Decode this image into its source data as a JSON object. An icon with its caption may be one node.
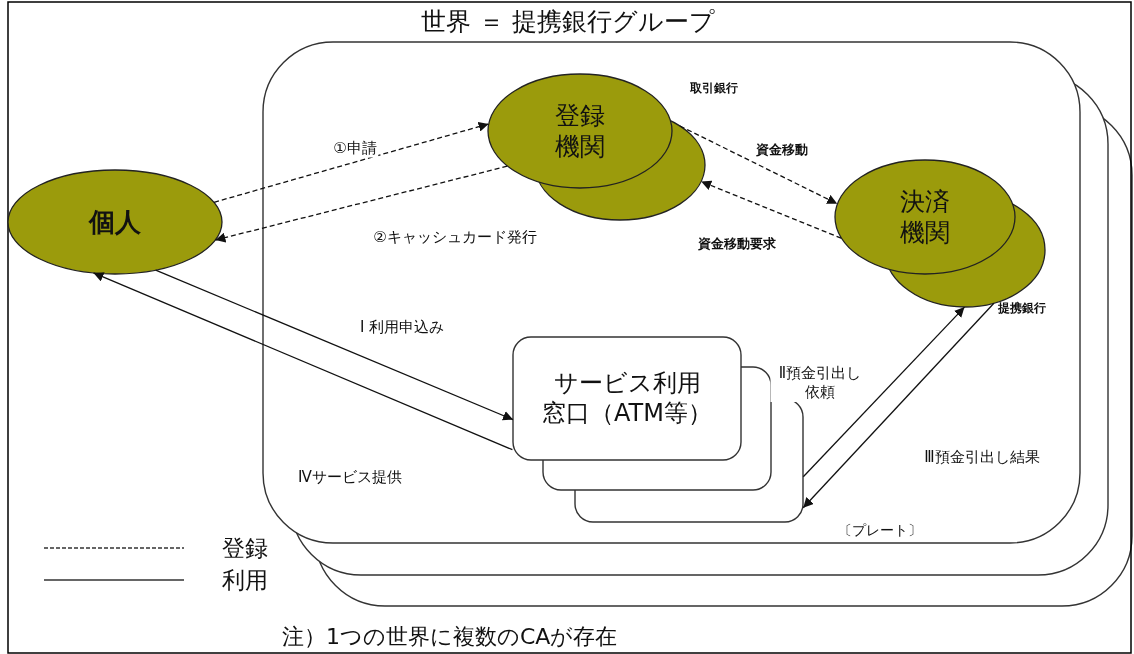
{
  "diagram": {
    "title": "世界 ＝ 提携銀行グループ",
    "caption": "注）1つの世界に複数のCAが存在",
    "nodes": [
      {
        "text": [
          "〔プレート〕"
        ]
      },
      {
        "text": [
          "個人"
        ]
      },
      {
        "text": [
          "登録機関"
        ],
        "in": 0,
        "beside": [
          "取引銀行"
        ]
      },
      {
        "text": [
          "決済機関"
        ],
        "in": 0,
        "beside": [
          "提携銀行"
        ]
      },
      {
        "text": [
          "サービス利用窓口（ATM等）"
        ],
        "in": 0
      }
    ],
    "edges": [
      {
        "from": 1,
        "to": 2,
        "arrow": "to",
        "label": "①申請",
        "style": "dashed"
      },
      {
        "from": 2,
        "to": 1,
        "arrow": "to",
        "label": "②キャッシュカード発行",
        "style": "dashed"
      },
      {
        "from": 2,
        "to": 3,
        "arrow": "to",
        "label": "資金移動",
        "style": "dashed"
      },
      {
        "from": 3,
        "to": 2,
        "arrow": "to",
        "label": "資金移動要求",
        "style": "dashed"
      },
      {
        "from": 1,
        "to": 4,
        "arrow": "to",
        "label": "Ⅰ 利用申込み"
      },
      {
        "from": 4,
        "to": 1,
        "arrow": "to",
        "label": "Ⅳサービス提供"
      },
      {
        "from": 4,
        "to": 3,
        "arrow": "to",
        "label": "Ⅱ預金引出し依頼"
      },
      {
        "from": 3,
        "to": 4,
        "arrow": "to",
        "label": "Ⅲ預金引出し結果"
      }
    ],
    "legend": [
      {
        "text": "登録"
      },
      {
        "text": "利用"
      }
    ]
  }
}
